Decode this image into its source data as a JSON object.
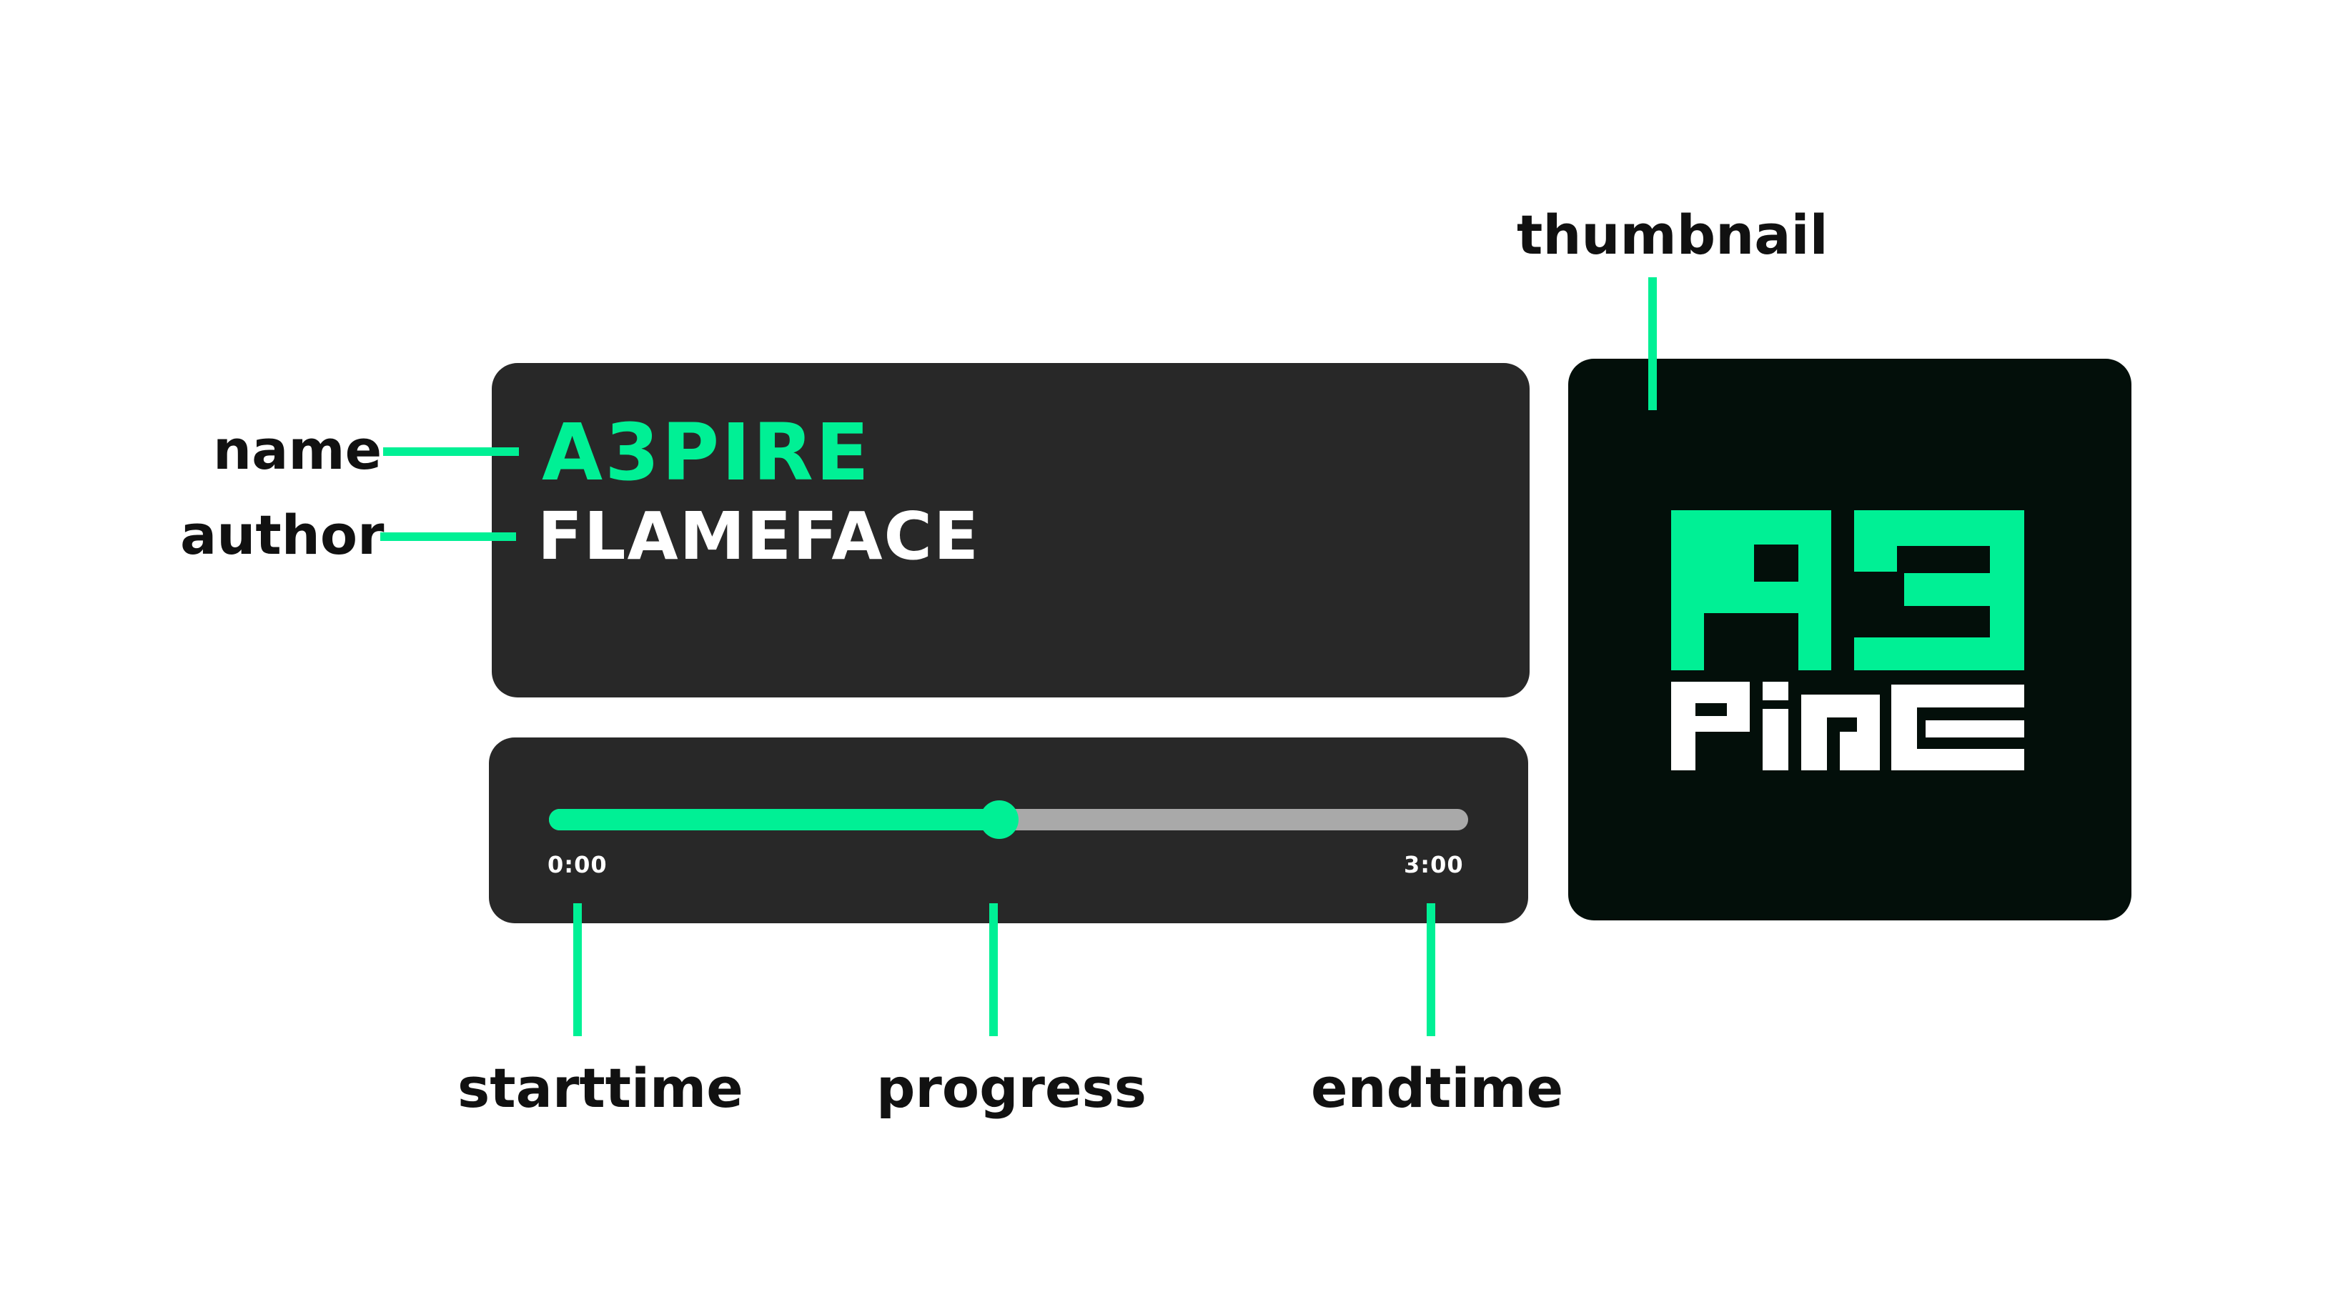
{
  "colors": {
    "accent": "#00f095",
    "card": "#282828",
    "thumb_bg": "#030f0a",
    "track_bg": "#a9a9a9",
    "text_white": "#ffffff",
    "label": "#111111"
  },
  "track": {
    "name": "A3PIRE",
    "author": "FLAMEFACE",
    "progress": 0.49,
    "start_time": "0:00",
    "end_time": "3:00"
  },
  "thumbnail": {
    "logo_text": "A3 PIRE"
  },
  "annotations": {
    "name": "name",
    "author": "author",
    "thumbnail": "thumbnail",
    "starttime": "starttime",
    "progress": "progress",
    "endtime": "endtime"
  }
}
